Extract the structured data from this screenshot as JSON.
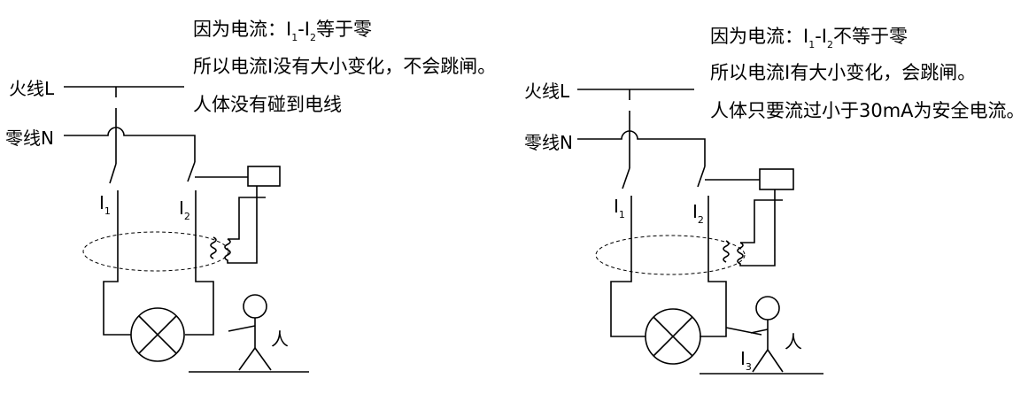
{
  "left": {
    "text_lines": [
      {
        "pre": "因为电流：I",
        "s1": "1",
        "mid": "-I",
        "s2": "2",
        "post": "等于零"
      },
      {
        "pre": "所以电流I没有大小变化，不会跳闸。",
        "s1": "",
        "mid": "",
        "s2": "",
        "post": ""
      },
      {
        "pre": "人体没有碰到电线",
        "s1": "",
        "mid": "",
        "s2": "",
        "post": ""
      }
    ],
    "live_label": "火线L",
    "neutral_label": "零线N",
    "i1_label": "I",
    "i1_sub": "1",
    "i2_label": "I",
    "i2_sub": "2",
    "person_label": "人"
  },
  "right": {
    "text_lines": [
      {
        "pre": "因为电流：I",
        "s1": "1",
        "mid": "-I",
        "s2": "2",
        "post": "不等于零"
      },
      {
        "pre": "所以电流I有大小变化，会跳闸。",
        "s1": "",
        "mid": "",
        "s2": "",
        "post": ""
      },
      {
        "pre": "人体只要流过小于30mA为安全电流。",
        "s1": "",
        "mid": "",
        "s2": "",
        "post": ""
      }
    ],
    "live_label": "火线L",
    "neutral_label": "零线N",
    "i1_label": "I",
    "i1_sub": "1",
    "i2_label": "I",
    "i2_sub": "2",
    "i3_label": "I",
    "i3_sub": "3",
    "person_label": "人"
  }
}
